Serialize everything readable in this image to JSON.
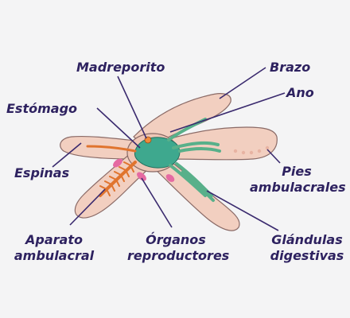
{
  "colors": {
    "label": "#2e2260",
    "leader_line": "#3a2a6e",
    "body_fill": "#f2cfc0",
    "body_stroke": "#8a6a66",
    "stomach": "#3ea88e",
    "digestive_glands": "#58b08a",
    "ambulacral": "#e0742e",
    "reproductive": "#e56aa2"
  },
  "labels": {
    "madreporito": "Madreporito",
    "brazo": "Brazo",
    "ano": "Ano",
    "estomago": "Estómago",
    "espinas": "Espinas",
    "pies_line1": "Pies",
    "pies_line2": "ambulacrales",
    "aparato_line1": "Aparato",
    "aparato_line2": "ambulacral",
    "organos_line1": "Órganos",
    "organos_line2": "reproductores",
    "glandulas_line1": "Glándulas",
    "glandulas_line2": "digestivas"
  }
}
